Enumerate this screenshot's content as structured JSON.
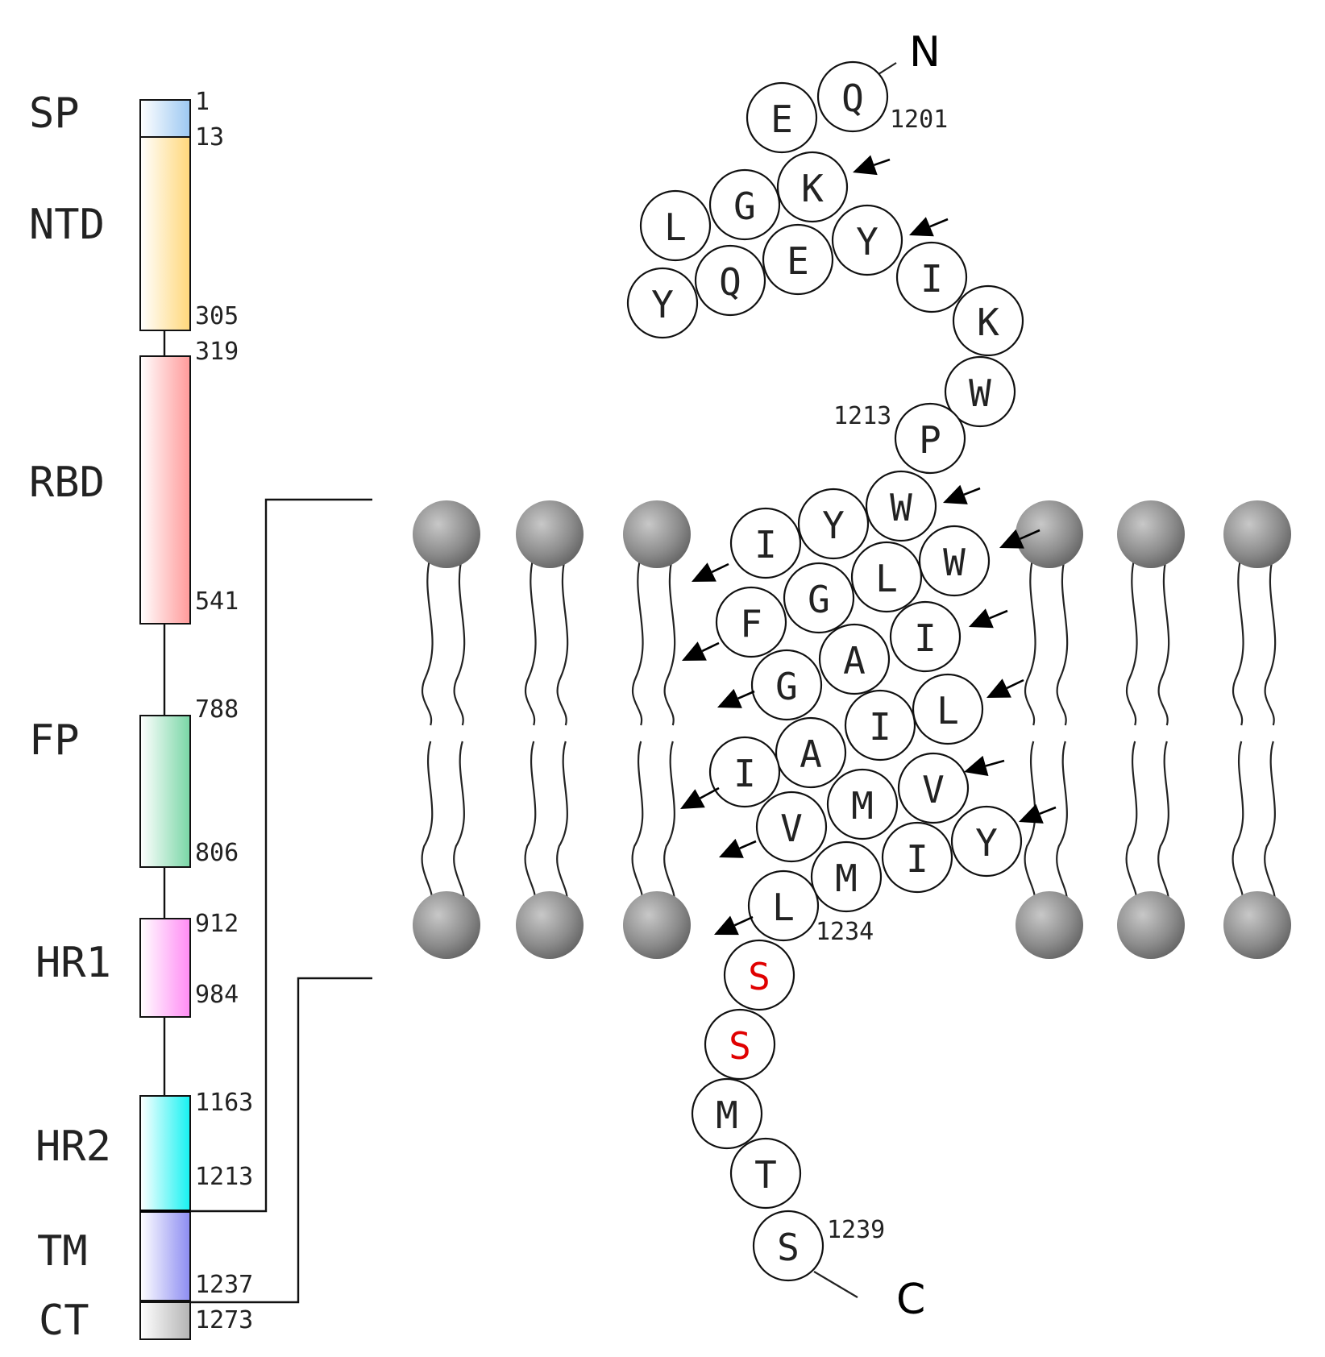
{
  "domains": [
    {
      "label": "SP",
      "start": "1",
      "end": "13",
      "color": "#9cc8f2"
    },
    {
      "label": "NTD",
      "start": "13",
      "end": "305",
      "color": "#ffd77a"
    },
    {
      "label": "RBD",
      "start": "319",
      "end": "541",
      "color": "#ff9a9a"
    },
    {
      "label": "FP",
      "start": "788",
      "end": "806",
      "color": "#79d6a6"
    },
    {
      "label": "HR1",
      "start": "912",
      "end": "984",
      "color": "#ff8cf4"
    },
    {
      "label": "HR2",
      "start": "1163",
      "end": "1213",
      "color": "#16f2f2"
    },
    {
      "label": "TM",
      "start": "1213",
      "end": "1237",
      "color": "#8c8cf2"
    },
    {
      "label": "CT",
      "start": "1237",
      "end": "1273",
      "color": "#b4b4b4"
    }
  ],
  "termini": {
    "n": "N",
    "c": "C"
  },
  "position_labels": {
    "p1201": "1201",
    "p1213": "1213",
    "p1234": "1234",
    "p1239": "1239"
  },
  "residues": [
    "Q",
    "E",
    "K",
    "G",
    "L",
    "Y",
    "Q",
    "E",
    "Y",
    "I",
    "K",
    "W",
    "P",
    "W",
    "Y",
    "I",
    "W",
    "L",
    "G",
    "F",
    "I",
    "A",
    "G",
    "L",
    "I",
    "A",
    "I",
    "V",
    "M",
    "V",
    "Y",
    "I",
    "M",
    "L",
    "S",
    "S",
    "M",
    "T",
    "S"
  ],
  "highlighted_residue_color": "#e00000"
}
